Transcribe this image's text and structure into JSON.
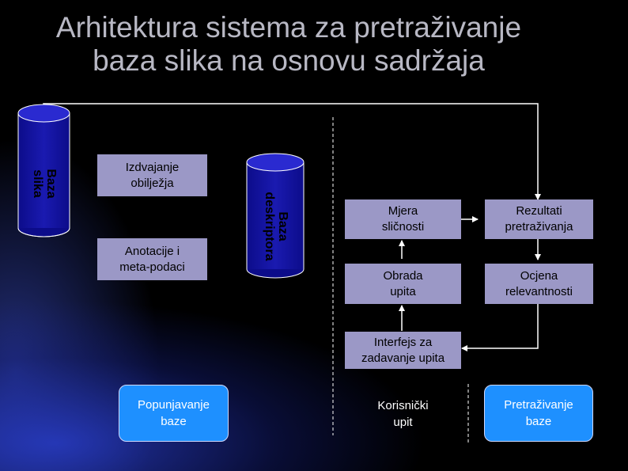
{
  "title": {
    "line1": "Arhitektura sistema za pretraživanje",
    "line2": "baza slika na osnovu sadržaja"
  },
  "cylinders": {
    "image_db": "Baza\nslika",
    "descriptor_db": "Baza\ndeskriptora"
  },
  "boxes": {
    "feature_extraction": "Izdvajanje\nobilježja",
    "annotations": "Anotacije i\nmeta-podaci",
    "similarity": "Mjera\nsličnosti",
    "results": "Rezultati\npretraživanja",
    "query_processing": "Obrada\nupita",
    "relevance": "Ocjena\nrelevantnosti",
    "query_interface": "Interfejs za\nzadavanje upita"
  },
  "phases": {
    "db_population": "Popunjavanje\nbaze",
    "user_query": "Korisnički\nupit",
    "db_search": "Pretraživanje\nbaze"
  },
  "colors": {
    "box_fill": "#9b98c6",
    "phase_fill": "#1e90ff",
    "cylinder_fill": "#1010a0",
    "line": "#ffffff"
  }
}
